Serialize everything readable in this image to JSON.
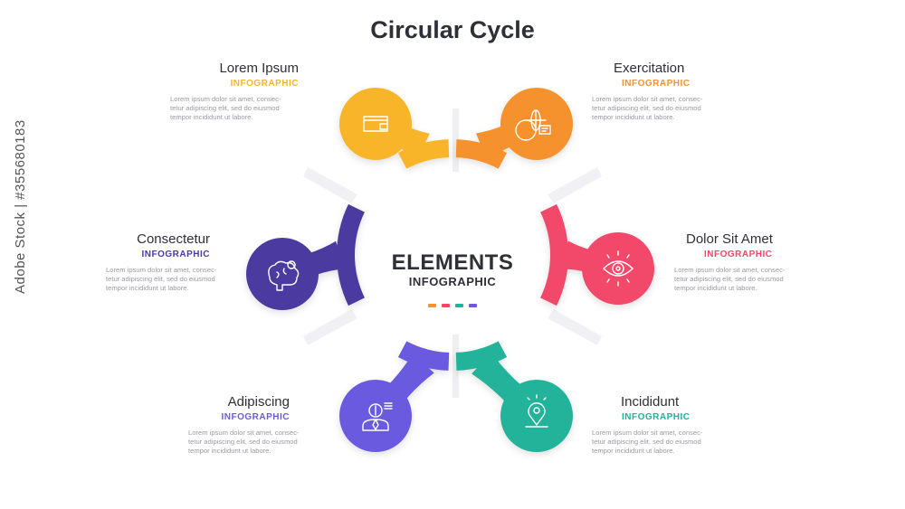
{
  "title": "Circular Cycle",
  "center": {
    "main": "ELEMENTS",
    "sub": "INFOGRAPHIC"
  },
  "body_text": "Lorem ipsum dolor sit amet, consec-tetur adipiscing elit, sed do eiusmod tempor incididunt ut labore.",
  "items": [
    {
      "heading": "Lorem Ipsum",
      "sub": "INFOGRAPHIC",
      "color": "#f9b52a",
      "icon": "wallet-icon",
      "body": [
        "Lorem ipsum dolor sit amet, consec-",
        "tetur adipiscing elit, sed do eiusmod",
        "tempor incididunt ut labore."
      ]
    },
    {
      "heading": "Exercitation",
      "sub": "INFOGRAPHIC",
      "color": "#f6922f",
      "icon": "globe-chat-icon",
      "body": [
        "Lorem ipsum dolor sit amet, consec-",
        "tetur adipiscing elit, sed do eiusmod",
        "tempor incididunt ut labore."
      ]
    },
    {
      "heading": "Dolor Sit Amet",
      "sub": "INFOGRAPHIC",
      "color": "#f2486a",
      "icon": "eye-icon",
      "body": [
        "Lorem ipsum dolor sit amet, consec-",
        "tetur adipiscing elit, sed do eiusmod",
        "tempor incididunt ut labore."
      ]
    },
    {
      "heading": "Incididunt",
      "sub": "INFOGRAPHIC",
      "color": "#20b39a",
      "icon": "location-pin-icon",
      "body": [
        "Lorem ipsum dolor sit amet, consec-",
        "tetur adipiscing elit, sed do eiusmod",
        "tempor incididunt ut labore."
      ]
    },
    {
      "heading": "Adipiscing",
      "sub": "INFOGRAPHIC",
      "color": "#6b5ae0",
      "icon": "businessman-dollar-icon",
      "body": [
        "Lorem ipsum dolor sit amet, consec-",
        "tetur adipiscing elit, sed do eiusmod",
        "tempor incididunt ut labore."
      ]
    },
    {
      "heading": "Consectetur",
      "sub": "INFOGRAPHIC",
      "color": "#4b3aa0",
      "icon": "brain-gear-icon",
      "body": [
        "Lorem ipsum dolor sit amet, consec-",
        "tetur adipiscing elit, sed do eiusmod",
        "tempor incididunt ut labore."
      ]
    }
  ],
  "watermark": "Adobe Stock | #355680183"
}
